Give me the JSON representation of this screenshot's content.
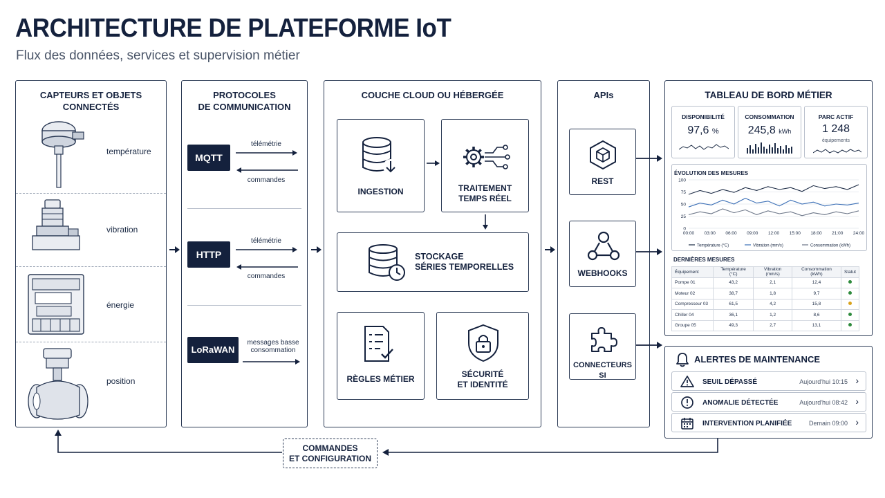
{
  "header": {
    "title": "ARCHITECTURE DE PLATEFORME IoT",
    "subtitle": "Flux des données, services et supervision métier"
  },
  "sensors": {
    "title_line1": "CAPTEURS ET OBJETS",
    "title_line2": "CONNECTÉS",
    "items": [
      {
        "label": "température",
        "icon": "temperature-sensor-icon"
      },
      {
        "label": "vibration",
        "icon": "vibration-sensor-icon"
      },
      {
        "label": "énergie",
        "icon": "energy-meter-icon"
      },
      {
        "label": "position",
        "icon": "valve-actuator-icon"
      }
    ]
  },
  "protocols": {
    "title_line1": "PROTOCOLES",
    "title_line2": "DE COMMUNICATION",
    "items": [
      {
        "name": "MQTT",
        "up": "télémétrie",
        "down": "commandes"
      },
      {
        "name": "HTTP",
        "up": "télémétrie",
        "down": "commandes"
      },
      {
        "name": "LoRaWAN",
        "note_line1": "messages basse",
        "note_line2": "consommation"
      }
    ]
  },
  "cloud": {
    "title": "COUCHE CLOUD OU HÉBERGÉE",
    "ingestion": "INGESTION",
    "processing_line1": "TRAITEMENT",
    "processing_line2": "TEMPS RÉEL",
    "storage_line1": "STOCKAGE",
    "storage_line2": "SÉRIES TEMPORELLES",
    "rules": "RÈGLES MÉTIER",
    "security_line1": "SÉCURITÉ",
    "security_line2": "ET IDENTITÉ"
  },
  "apis": {
    "title": "APIs",
    "items": [
      {
        "label": "REST",
        "icon": "rest-cube-icon"
      },
      {
        "label": "WEBHOOKS",
        "icon": "webhook-icon"
      },
      {
        "label": "CONNECTEURS SI",
        "icon": "puzzle-icon"
      }
    ]
  },
  "dashboard": {
    "title": "TABLEAU DE BORD MÉTIER",
    "kpis": [
      {
        "label": "DISPONIBILITÉ",
        "value": "97,6",
        "unit": "%",
        "sub": ""
      },
      {
        "label": "CONSOMMATION",
        "value": "245,8",
        "unit": "kWh",
        "sub": ""
      },
      {
        "label": "PARC ACTIF",
        "value": "1 248",
        "unit": "",
        "sub": "équipements"
      }
    ],
    "chart_title": "ÉVOLUTION DES MESURES",
    "table_title": "DERNIÈRES MESURES",
    "table_headers": [
      "Équipement",
      "Température (°C)",
      "Vibration (mm/s)",
      "Consommation (kWh)",
      "Statut"
    ],
    "table_rows": [
      {
        "name": "Pompe 01",
        "temp": "43,2",
        "vib": "2,1",
        "cons": "12,4",
        "status_color": "#2e8b3d"
      },
      {
        "name": "Moteur 02",
        "temp": "38,7",
        "vib": "1,8",
        "cons": "9,7",
        "status_color": "#2e8b3d"
      },
      {
        "name": "Compresseur 03",
        "temp": "61,5",
        "vib": "4,2",
        "cons": "15,8",
        "status_color": "#d9a21b"
      },
      {
        "name": "Chiller 04",
        "temp": "36,1",
        "vib": "1,2",
        "cons": "8,6",
        "status_color": "#2e8b3d"
      },
      {
        "name": "Groupe 05",
        "temp": "49,3",
        "vib": "2,7",
        "cons": "13,1",
        "status_color": "#2e8b3d"
      }
    ]
  },
  "chart_data": {
    "type": "line",
    "title": "ÉVOLUTION DES MESURES",
    "x": [
      "00:00",
      "03:00",
      "06:00",
      "09:00",
      "12:00",
      "15:00",
      "18:00",
      "21:00",
      "24:00"
    ],
    "ylim": [
      0,
      100
    ],
    "yticks": [
      0,
      25,
      50,
      75,
      100
    ],
    "series": [
      {
        "name": "Température (°C)",
        "color": "#1b2a44",
        "values": [
          70,
          78,
          72,
          80,
          74,
          84,
          78,
          86,
          80,
          84,
          76,
          88,
          82,
          86,
          80,
          90
        ]
      },
      {
        "name": "Vibration (mm/s)",
        "color": "#3b6fb6",
        "values": [
          44,
          52,
          48,
          58,
          50,
          62,
          52,
          56,
          46,
          58,
          50,
          54,
          46,
          50,
          48,
          52
        ]
      },
      {
        "name": "Consommation (kWh)",
        "color": "#6b7587",
        "values": [
          28,
          34,
          30,
          40,
          32,
          38,
          28,
          36,
          30,
          34,
          26,
          32,
          28,
          34,
          30,
          36
        ]
      }
    ]
  },
  "alerts": {
    "title": "ALERTES DE MAINTENANCE",
    "items": [
      {
        "label": "SEUIL DÉPASSÉ",
        "time": "Aujourd'hui 10:15",
        "icon": "warning-icon"
      },
      {
        "label": "ANOMALIE DÉTECTÉE",
        "time": "Aujourd'hui 08:42",
        "icon": "alert-circle-icon"
      },
      {
        "label": "INTERVENTION PLANIFIÉE",
        "time": "Demain 09:00",
        "icon": "calendar-icon"
      }
    ]
  },
  "feedback": {
    "line1": "COMMANDES",
    "line2": "ET CONFIGURATION"
  }
}
